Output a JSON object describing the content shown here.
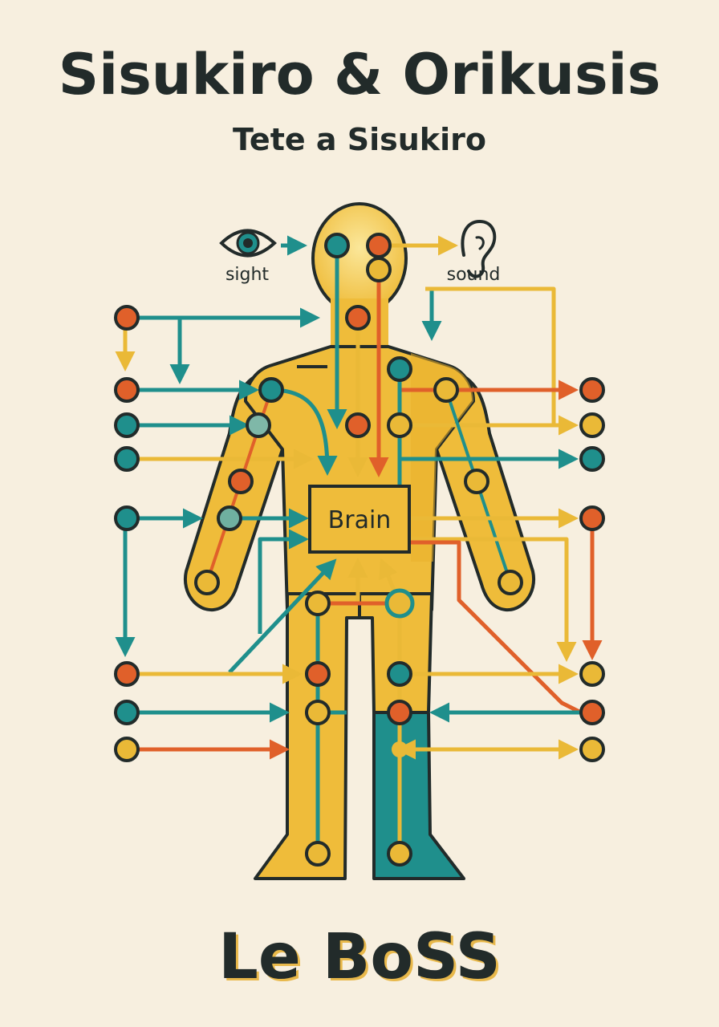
{
  "poster": {
    "title": "Sisukiro & Orikusis",
    "subtitle": "Tete a Sisukiro",
    "footer": "Le BoSS"
  },
  "diagram": {
    "brain_label": "Brain",
    "sense_sight_label": "sight",
    "sense_sound_label": "sound",
    "sight_icon": "eye-icon",
    "sound_icon": "ear-icon"
  },
  "colors": {
    "background": "#f7efdf",
    "ink": "#222b2a",
    "body_yellow": "#efbc3a",
    "teal": "#1f8f8c",
    "orange": "#e0602a",
    "yellow": "#eab937"
  }
}
